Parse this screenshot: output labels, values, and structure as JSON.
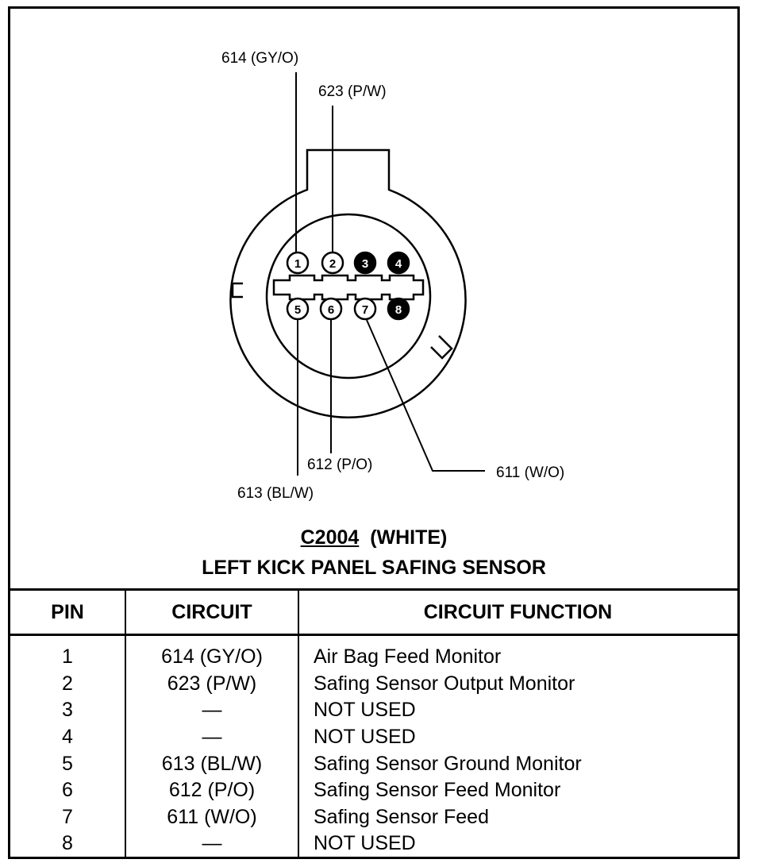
{
  "connector": {
    "code": "C2004",
    "color": "(WHITE)",
    "name": "LEFT KICK PANEL SAFING SENSOR"
  },
  "callouts": {
    "pin1": "614 (GY/O)",
    "pin2": "623 (P/W)",
    "pin5": "613 (BL/W)",
    "pin6": "612 (P/O)",
    "pin7": "611 (W/O)"
  },
  "pins": [
    {
      "n": "1",
      "filled": false
    },
    {
      "n": "2",
      "filled": false
    },
    {
      "n": "3",
      "filled": true
    },
    {
      "n": "4",
      "filled": true
    },
    {
      "n": "5",
      "filled": false
    },
    {
      "n": "6",
      "filled": false
    },
    {
      "n": "7",
      "filled": false
    },
    {
      "n": "8",
      "filled": true
    }
  ],
  "table": {
    "headers": [
      "PIN",
      "CIRCUIT",
      "CIRCUIT FUNCTION"
    ],
    "rows": [
      {
        "pin": "1",
        "circuit": "614 (GY/O)",
        "function": "Air Bag Feed Monitor"
      },
      {
        "pin": "2",
        "circuit": "623 (P/W)",
        "function": "Safing Sensor Output Monitor"
      },
      {
        "pin": "3",
        "circuit": "—",
        "function": "NOT USED"
      },
      {
        "pin": "4",
        "circuit": "—",
        "function": "NOT USED"
      },
      {
        "pin": "5",
        "circuit": "613 (BL/W)",
        "function": "Safing Sensor Ground Monitor"
      },
      {
        "pin": "6",
        "circuit": "612 (P/O)",
        "function": "Safing Sensor Feed Monitor"
      },
      {
        "pin": "7",
        "circuit": "611 (W/O)",
        "function": "Safing Sensor Feed"
      },
      {
        "pin": "8",
        "circuit": "—",
        "function": "NOT USED"
      }
    ]
  }
}
